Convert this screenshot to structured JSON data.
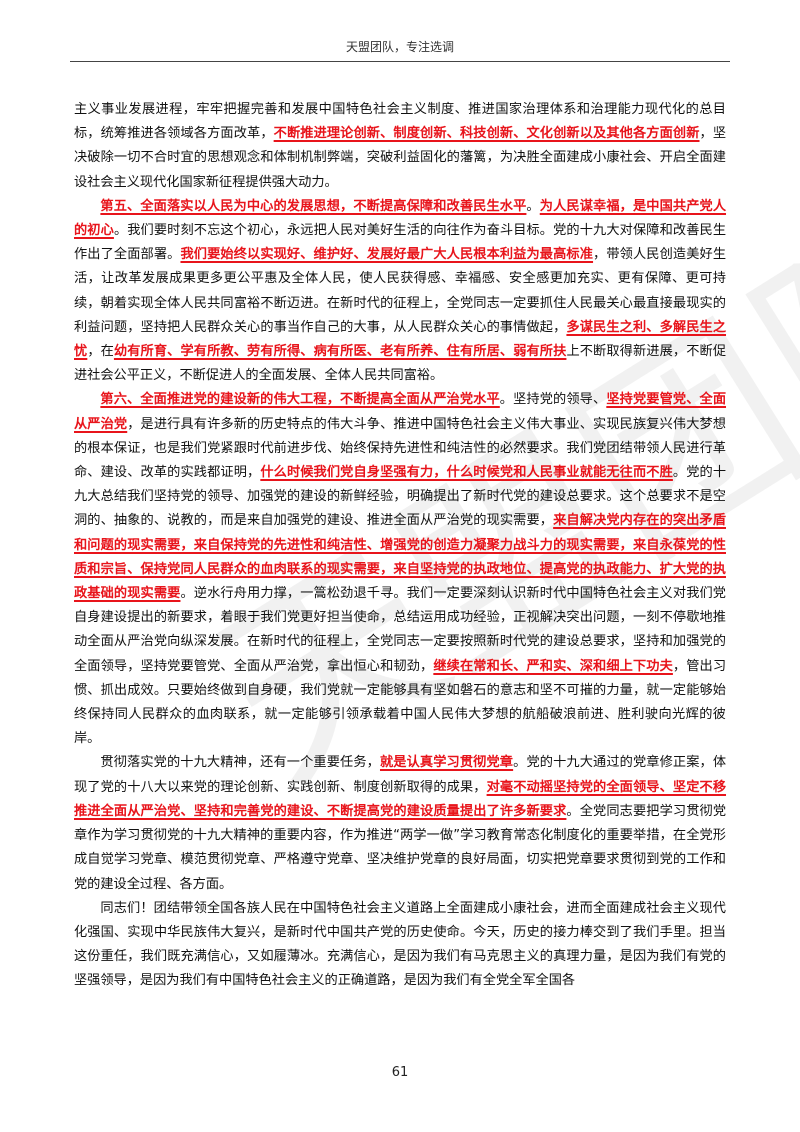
{
  "header": {
    "text": "天盟团队，专注选调"
  },
  "watermark": {
    "text": "天盟团队"
  },
  "page_number": "61",
  "highlight_color": "#e8141b",
  "paragraphs": [
    {
      "continuation": true,
      "segments": [
        {
          "t": "主义事业发展进程，牢牢把握完善和发展中国特色社会主义制度、推进国家治理体系和治理能力现代化的总目标，统筹推进各领域各方面改革，",
          "hl": false
        },
        {
          "t": "不断推进理论创新、制度创新、科技创新、文化创新以及其他各方面创新",
          "hl": true
        },
        {
          "t": "，坚决破除一切不合时宜的思想观念和体制机制弊端，突破利益固化的藩篱，为决胜全面建成小康社会、开启全面建设社会主义现代化国家新征程提供强大动力。",
          "hl": false
        }
      ]
    },
    {
      "continuation": false,
      "segments": [
        {
          "t": "第五、全面落实以人民为中心的发展思想，不断提高保障和改善民生水平",
          "hl": true
        },
        {
          "t": "。",
          "hl": false
        },
        {
          "t": "为人民谋幸福，是中国共产党人的初心",
          "hl": true
        },
        {
          "t": "。我们要时刻不忘这个初心，永远把人民对美好生活的向往作为奋斗目标。党的十九大对保障和改善民生作出了全面部署。",
          "hl": false
        },
        {
          "t": "我们要始终以实现好、维护好、发展好最广大人民根本利益为最高标准",
          "hl": true
        },
        {
          "t": "，带领人民创造美好生活，让改革发展成果更多更公平惠及全体人民，使人民获得感、幸福感、安全感更加充实、更有保障、更可持续，朝着实现全体人民共同富裕不断迈进。在新时代的征程上，全党同志一定要抓住人民最关心最直接最现实的利益问题，坚持把人民群众关心的事当作自己的大事，从人民群众关心的事情做起，",
          "hl": false
        },
        {
          "t": "多谋民生之利、多解民生之忧",
          "hl": true
        },
        {
          "t": "，在",
          "hl": false
        },
        {
          "t": "幼有所育、学有所教、劳有所得、病有所医、老有所养、住有所居、弱有所扶",
          "hl": true
        },
        {
          "t": "上不断取得新进展，不断促进社会公平正义，不断促进人的全面发展、全体人民共同富裕。",
          "hl": false
        }
      ]
    },
    {
      "continuation": false,
      "segments": [
        {
          "t": "第六、全面推进党的建设新的伟大工程，不断提高全面从严治党水平",
          "hl": true
        },
        {
          "t": "。坚持党的领导、",
          "hl": false
        },
        {
          "t": "坚持党要管党、全面从严治党",
          "hl": true
        },
        {
          "t": "，是进行具有许多新的历史特点的伟大斗争、推进中国特色社会主义伟大事业、实现民族复兴伟大梦想的根本保证，也是我们党紧跟时代前进步伐、始终保持先进性和纯洁性的必然要求。我们党团结带领人民进行革命、建设、改革的实践都证明，",
          "hl": false
        },
        {
          "t": "什么时候我们党自身坚强有力，什么时候党和人民事业就能无往而不胜",
          "hl": true
        },
        {
          "t": "。党的十九大总结我们坚持党的领导、加强党的建设的新鲜经验，明确提出了新时代党的建设总要求。这个总要求不是空洞的、抽象的、说教的，而是来自加强党的建设、推进全面从严治党的现实需要，",
          "hl": false
        },
        {
          "t": "来自解决党内存在的突出矛盾和问题的现实需要，来自保持党的先进性和纯洁性、增强党的创造力凝聚力战斗力的现实需要，来自永葆党的性质和宗旨、保持党同人民群众的血肉联系的现实需要，来自坚持党的执政地位、提高党的执政能力、扩大党的执政基础的现实需要",
          "hl": true
        },
        {
          "t": "。逆水行舟用力撑，一篙松劲退千寻。我们一定要深刻认识新时代中国特色社会主义对我们党自身建设提出的新要求，着眼于我们党更好担当使命，总结运用成功经验，正视解决突出问题，一刻不停歇地推动全面从严治党向纵深发展。在新时代的征程上，全党同志一定要按照新时代党的建设总要求，坚持和加强党的全面领导，坚持党要管党、全面从严治党，拿出恒心和韧劲，",
          "hl": false
        },
        {
          "t": "继续在常和长、严和实、深和细上下功夫",
          "hl": true
        },
        {
          "t": "，管出习惯、抓出成效。只要始终做到自身硬，我们党就一定能够具有坚如磐石的意志和坚不可摧的力量，就一定能够始终保持同人民群众的血肉联系，就一定能够引领承载着中国人民伟大梦想的航船破浪前进、胜利驶向光辉的彼岸。",
          "hl": false
        }
      ]
    },
    {
      "continuation": false,
      "segments": [
        {
          "t": "贯彻落实党的十九大精神，还有一个重要任务，",
          "hl": false
        },
        {
          "t": "就是认真学习贯彻党章",
          "hl": true
        },
        {
          "t": "。党的十九大通过的党章修正案，体现了党的十八大以来党的理论创新、实践创新、制度创新取得的成果，",
          "hl": false
        },
        {
          "t": "对毫不动摇坚持党的全面领导、坚定不移推进全面从严治党、坚持和完善党的建设、不断提高党的建设质量提出了许多新要求",
          "hl": true
        },
        {
          "t": "。全党同志要把学习贯彻党章作为学习贯彻党的十九大精神的重要内容，作为推进“两学一做”学习教育常态化制度化的重要举措，在全党形成自觉学习党章、模范贯彻党章、严格遵守党章、坚决维护党章的良好局面，切实把党章要求贯彻到党的工作和党的建设全过程、各方面。",
          "hl": false
        }
      ]
    },
    {
      "continuation": false,
      "segments": [
        {
          "t": "同志们！团结带领全国各族人民在中国特色社会主义道路上全面建成小康社会，进而全面建成社会主义现代化强国、实现中华民族伟大复兴，是新时代中国共产党的历史使命。今天，历史的接力棒交到了我们手里。担当这份重任，我们既充满信心，又如履薄冰。充满信心，是因为我们有马克思主义的真理力量，是因为我们有党的坚强领导，是因为我们有中国特色社会主义的正确道路，是因为我们有全党全军全国各",
          "hl": false
        }
      ]
    }
  ]
}
